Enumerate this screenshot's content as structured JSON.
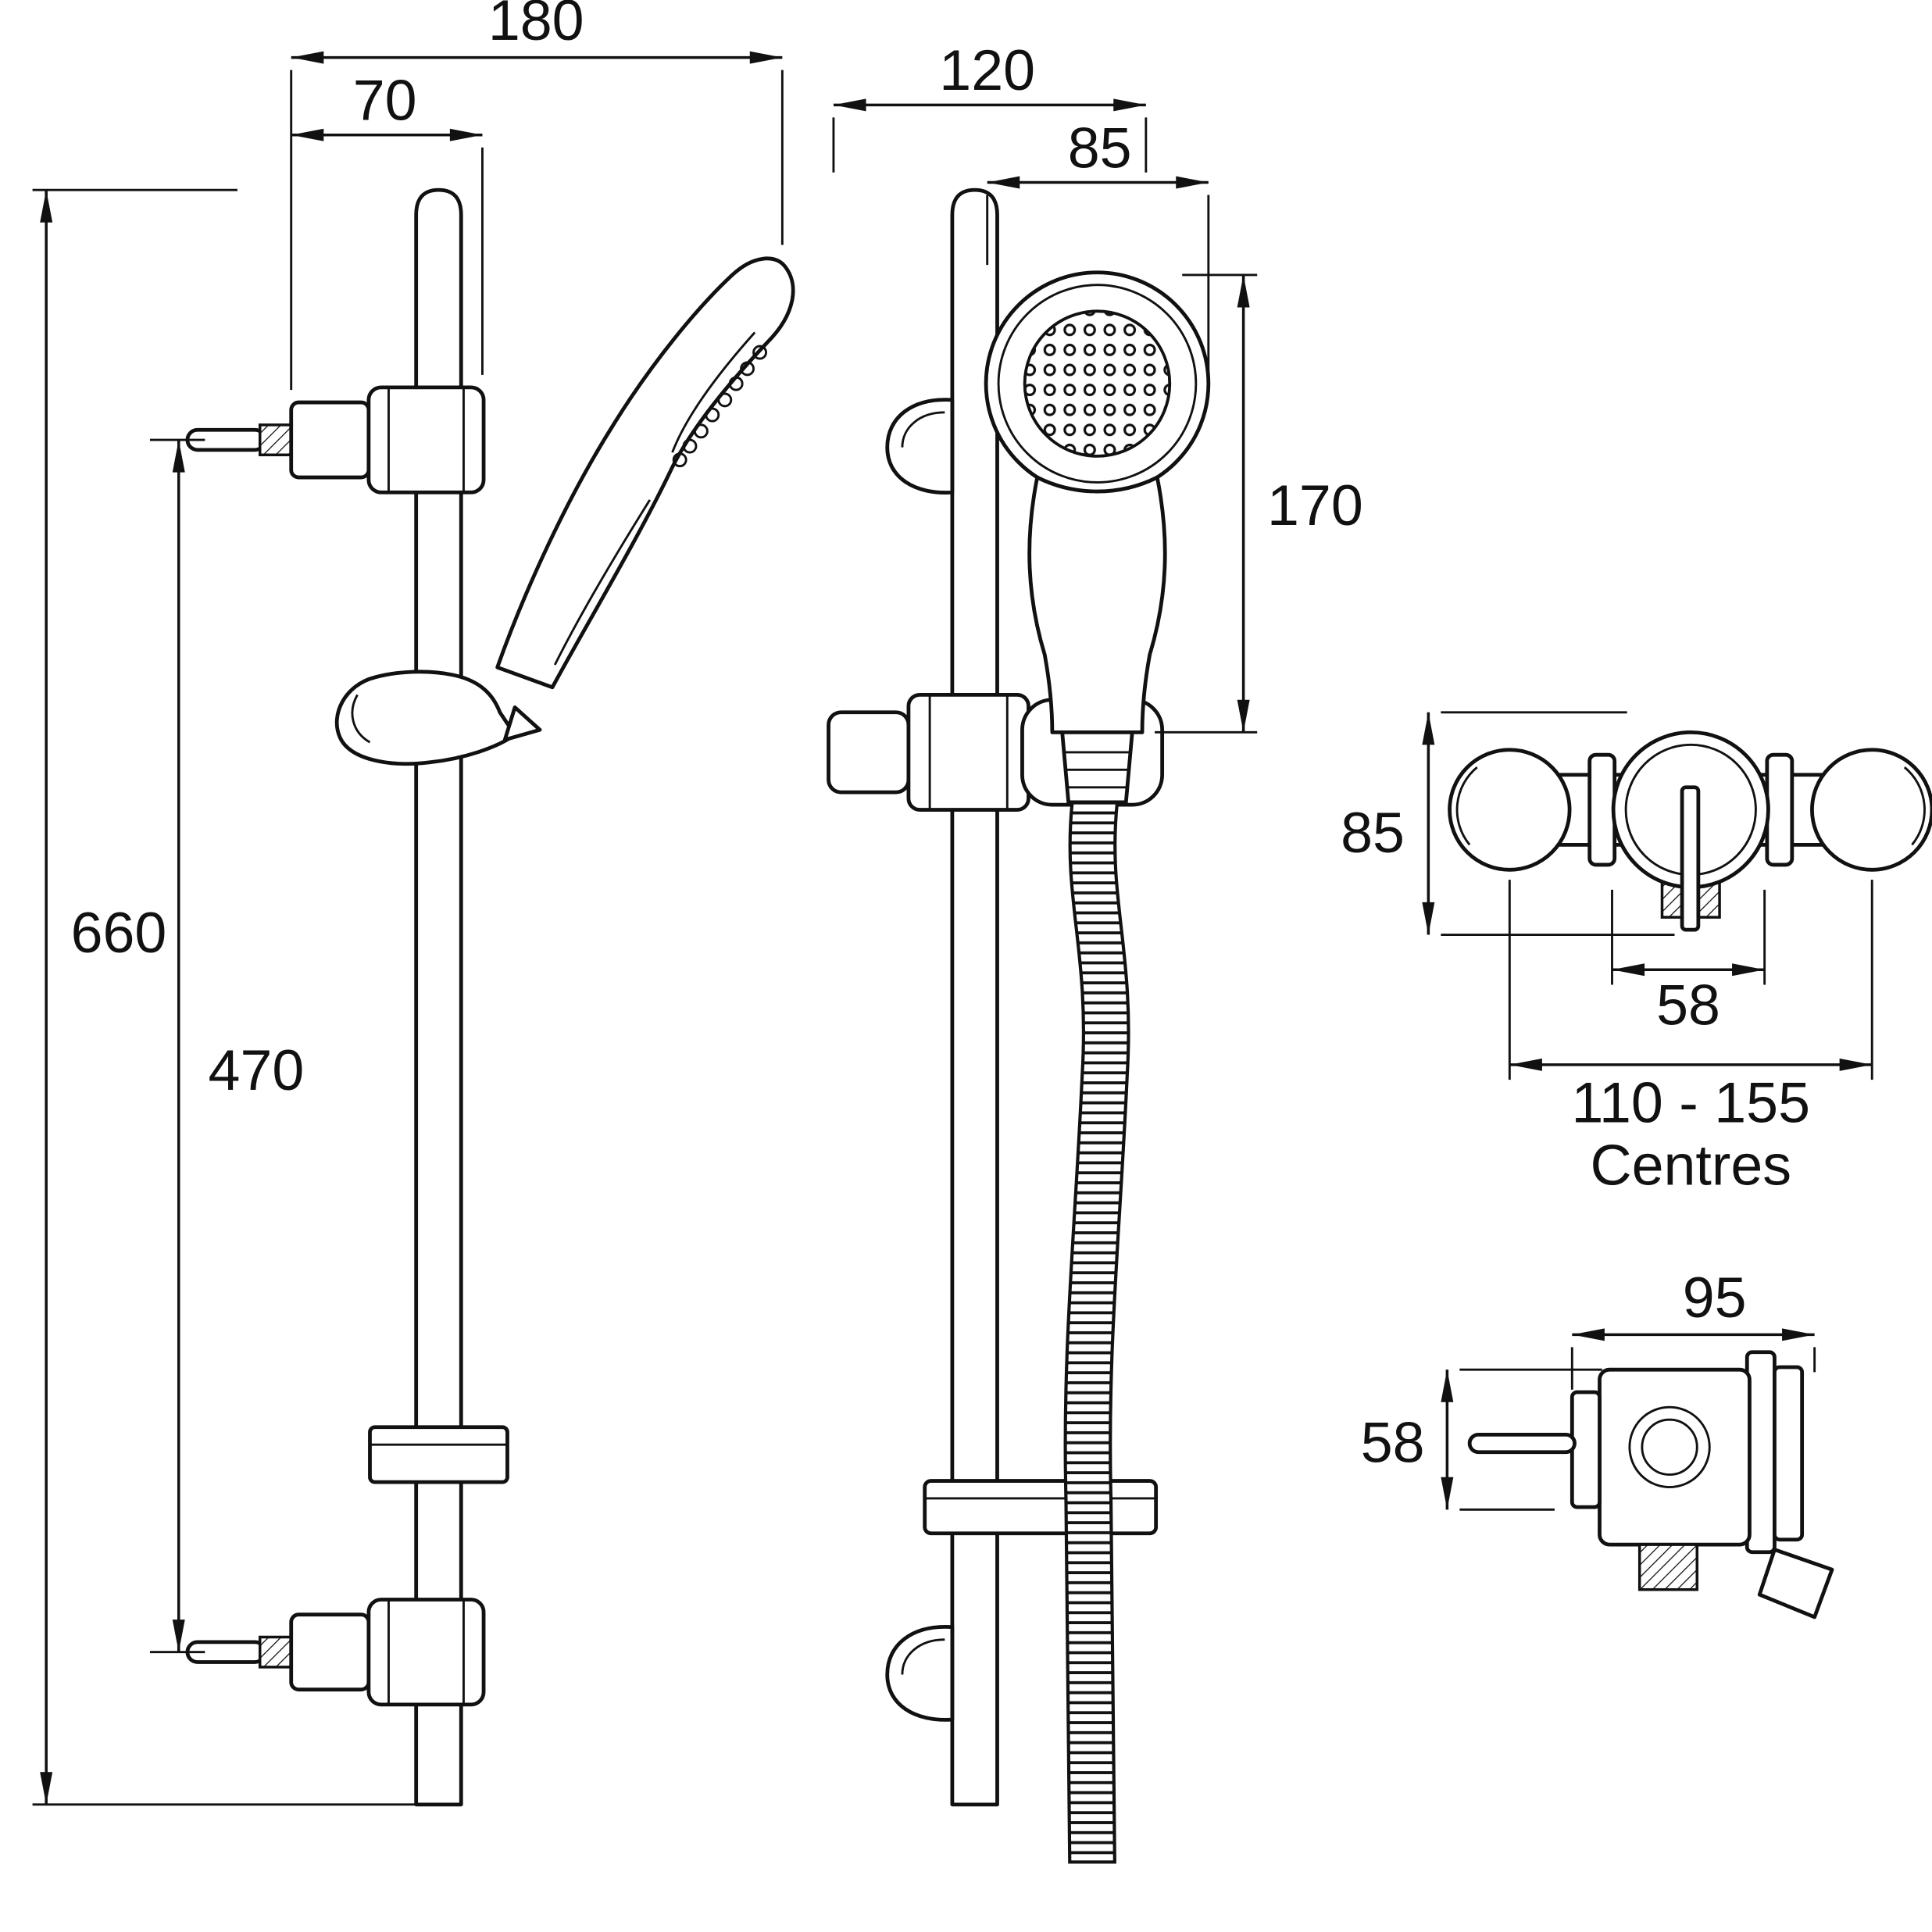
{
  "colors": {
    "ink": "#111111",
    "background": "#ffffff"
  },
  "rail_side": {
    "overall_width": "180",
    "bracket_offset": "70",
    "overall_height": "660",
    "fixing_centres": "470"
  },
  "rail_front": {
    "bracket_width": "120",
    "handset_width": "85",
    "handset_length": "170"
  },
  "valve_front": {
    "body_height": "85",
    "outlet_width": "58",
    "inlet_centres": "110 - 155",
    "centres_label": "Centres"
  },
  "valve_side": {
    "body_width": "95",
    "body_height": "58"
  }
}
